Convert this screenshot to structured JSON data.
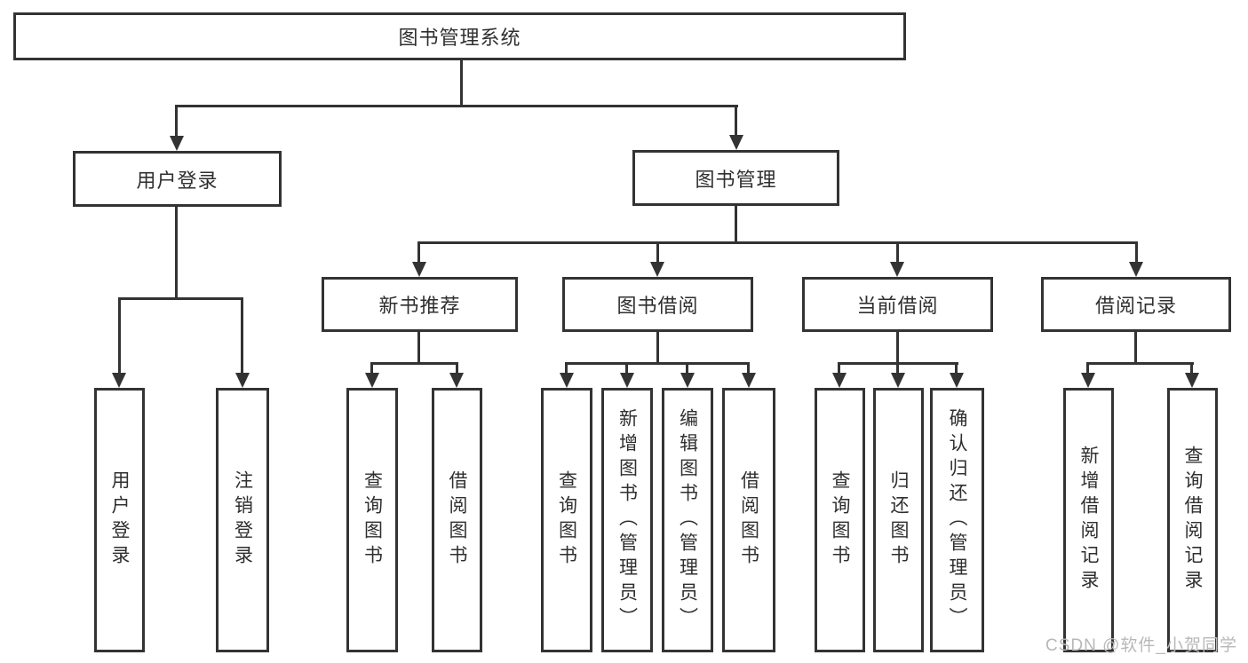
{
  "diagram": {
    "type": "tree",
    "watermark": "CSDN @软件_小贺同学",
    "colors": {
      "line": "#333333",
      "text": "#2f2f2f",
      "watermark": "#b8b8b8",
      "background": "#ffffff"
    },
    "root": {
      "label": "图书管理系统"
    },
    "branches": [
      {
        "label": "用户登录",
        "children": [
          {
            "label": "用户登录"
          },
          {
            "label": "注销登录"
          }
        ]
      },
      {
        "label": "图书管理",
        "children": [
          {
            "label": "新书推荐",
            "children": [
              {
                "label": "查询图书"
              },
              {
                "label": "借阅图书"
              }
            ]
          },
          {
            "label": "图书借阅",
            "children": [
              {
                "label": "查询图书"
              },
              {
                "label": "新增图书（管理员）"
              },
              {
                "label": "编辑图书（管理员）"
              },
              {
                "label": "借阅图书"
              }
            ]
          },
          {
            "label": "当前借阅",
            "children": [
              {
                "label": "查询图书"
              },
              {
                "label": "归还图书"
              },
              {
                "label": "确认归还（管理员）"
              }
            ]
          },
          {
            "label": "借阅记录",
            "children": [
              {
                "label": "新增借阅记录"
              },
              {
                "label": "查询借阅记录"
              }
            ]
          }
        ]
      }
    ]
  }
}
